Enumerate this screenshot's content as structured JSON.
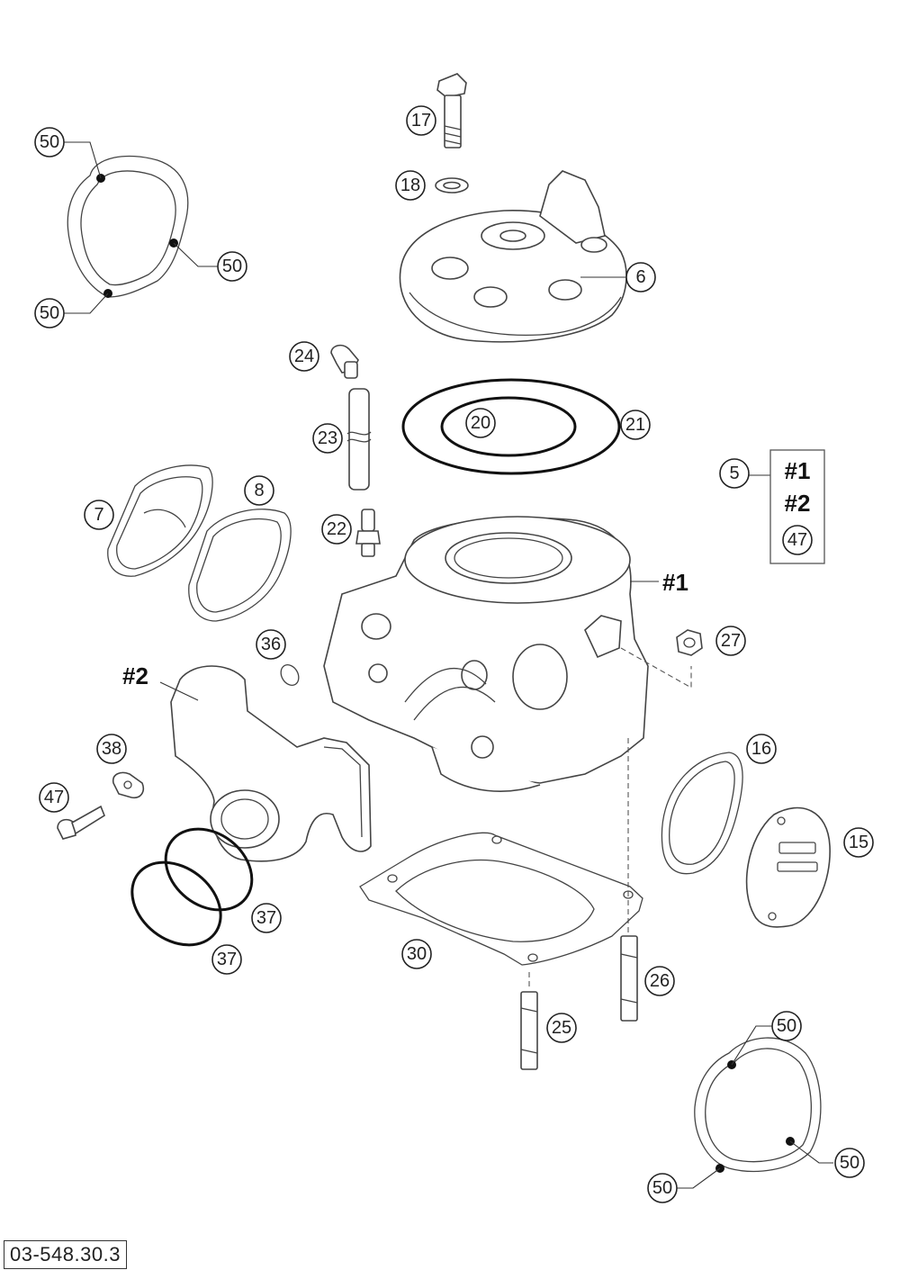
{
  "drawing_code": "03-548.30.3",
  "group_labels": [
    "#1",
    "#2"
  ],
  "legend": {
    "part": "5",
    "contains": [
      "#1",
      "#2",
      "47"
    ]
  },
  "callouts": [
    "50",
    "50",
    "50",
    "17",
    "18",
    "6",
    "24",
    "23",
    "20",
    "21",
    "7",
    "8",
    "22",
    "36",
    "38",
    "47",
    "37",
    "37",
    "30",
    "25",
    "26",
    "27",
    "16",
    "15",
    "50",
    "50",
    "50"
  ]
}
